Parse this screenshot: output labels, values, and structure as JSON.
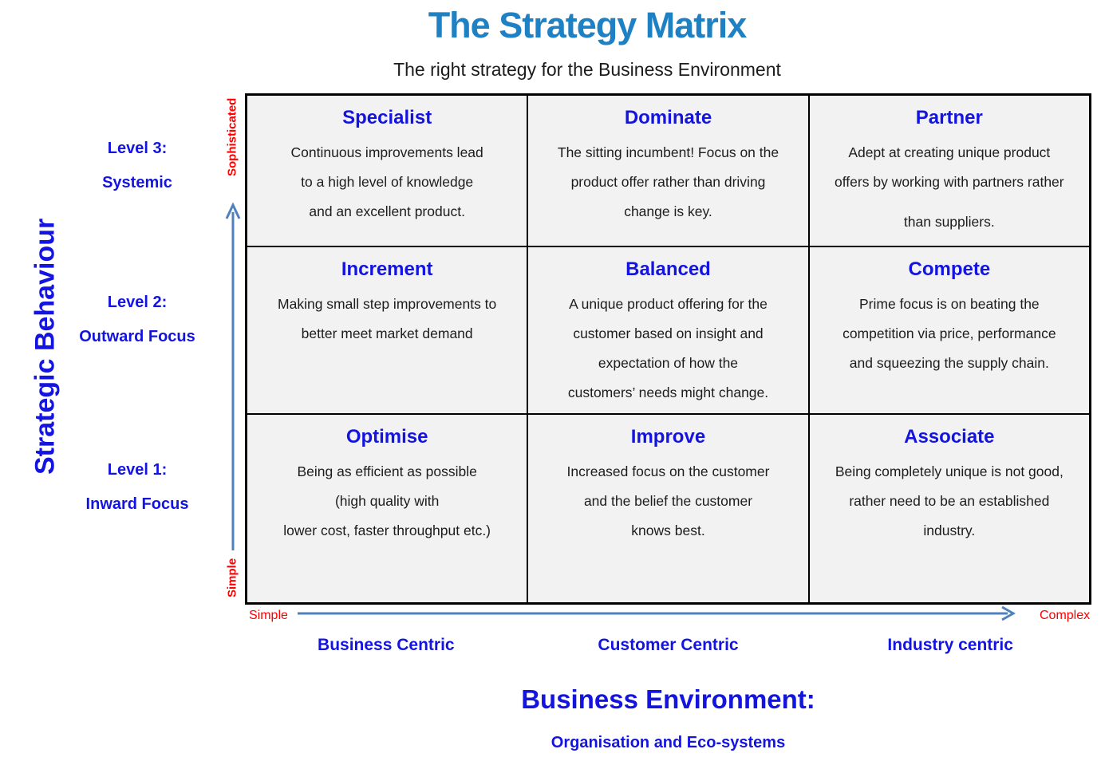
{
  "header": {
    "title": "The Strategy Matrix",
    "subtitle": "The right strategy for the Business Environment"
  },
  "y_axis": {
    "title": "Strategic Behaviour",
    "top_label": "Sophisticated",
    "bottom_label": "Simple",
    "levels": [
      {
        "line1": "Level 3:",
        "line2": "Systemic"
      },
      {
        "line1": "Level 2:",
        "line2": "Outward Focus"
      },
      {
        "line1": "Level 1:",
        "line2": "Inward Focus"
      }
    ]
  },
  "x_axis": {
    "left_label": "Simple",
    "right_label": "Complex",
    "column_labels": [
      "Business Centric",
      "Customer Centric",
      "Industry centric"
    ]
  },
  "footer": {
    "title": "Business Environment:",
    "subtitle": "Organisation and Eco-systems"
  },
  "matrix": {
    "rows": [
      {
        "cells": [
          {
            "title": "Specialist",
            "lines": [
              "Continuous improvements lead",
              "to a high level of knowledge",
              "and an excellent product."
            ]
          },
          {
            "title": "Dominate",
            "lines": [
              "The sitting incumbent! Focus on the",
              "product offer rather than driving",
              "change is key."
            ]
          },
          {
            "title": "Partner",
            "lines": [
              "Adept at creating unique product",
              "offers by working with partners rather",
              "than suppliers."
            ]
          }
        ]
      },
      {
        "cells": [
          {
            "title": "Increment",
            "lines": [
              "Making small step improvements to",
              "better meet market demand"
            ]
          },
          {
            "title": "Balanced",
            "lines": [
              "A unique product offering for the",
              "customer based on insight and",
              "expectation of how the",
              "customers’ needs might change."
            ]
          },
          {
            "title": "Compete",
            "lines": [
              "Prime focus is on beating the",
              "competition via price, performance",
              "and squeezing the supply chain."
            ]
          }
        ]
      },
      {
        "cells": [
          {
            "title": "Optimise",
            "lines": [
              "Being as efficient as possible",
              "(high quality with",
              "lower cost, faster throughput etc.)"
            ]
          },
          {
            "title": "Improve",
            "lines": [
              "Increased focus on the customer",
              "and the belief the customer",
              "knows best."
            ]
          },
          {
            "title": "Associate",
            "lines": [
              "Being completely unique is not good,",
              "rather need to be an established",
              "industry."
            ]
          }
        ]
      }
    ]
  },
  "colors": {
    "title_blue": "#1E81C4",
    "deep_blue": "#1414E0",
    "axis_red": "#FF0000",
    "arrow_blue": "#4F81BD",
    "cell_background": "#F2F2F2",
    "cell_border": "#000000",
    "body_text": "#1C1C1C"
  }
}
